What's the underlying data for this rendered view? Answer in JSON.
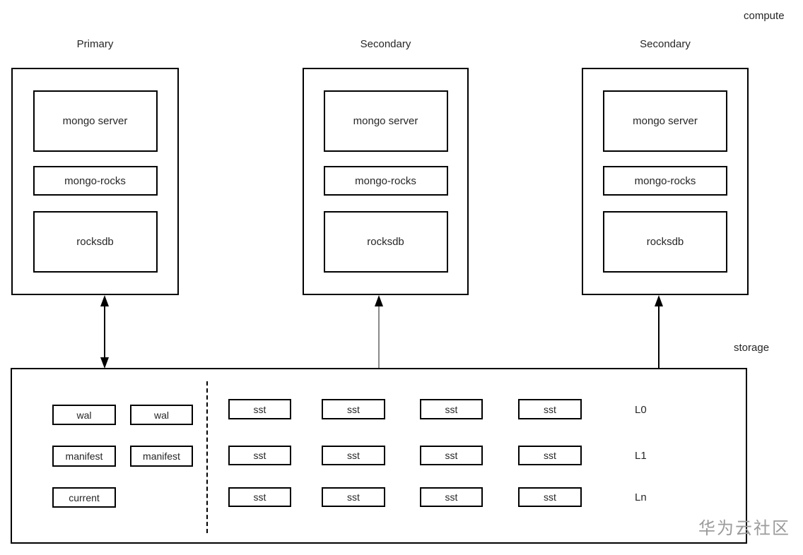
{
  "page": {
    "compute_label": "compute",
    "storage_label": "storage",
    "watermark": "华为云社区"
  },
  "nodes": [
    {
      "title": "Primary",
      "layers": [
        "mongo server",
        "mongo-rocks",
        "rocksdb"
      ]
    },
    {
      "title": "Secondary",
      "layers": [
        "mongo server",
        "mongo-rocks",
        "rocksdb"
      ]
    },
    {
      "title": "Secondary",
      "layers": [
        "mongo server",
        "mongo-rocks",
        "rocksdb"
      ]
    }
  ],
  "storage_area": {
    "meta": {
      "wal": [
        "wal",
        "wal"
      ],
      "manifest": [
        "manifest",
        "manifest"
      ],
      "current": "current"
    },
    "levels": [
      {
        "label": "L0",
        "ssts": [
          "sst",
          "sst",
          "sst",
          "sst"
        ]
      },
      {
        "label": "L1",
        "ssts": [
          "sst",
          "sst",
          "sst",
          "sst"
        ]
      },
      {
        "label": "Ln",
        "ssts": [
          "sst",
          "sst",
          "sst",
          "sst"
        ]
      }
    ]
  },
  "colors": {
    "line": "#000000",
    "secondary_arrow_line": "#8a8a8a",
    "text": "#262626",
    "watermark": "#9b9b9b"
  }
}
